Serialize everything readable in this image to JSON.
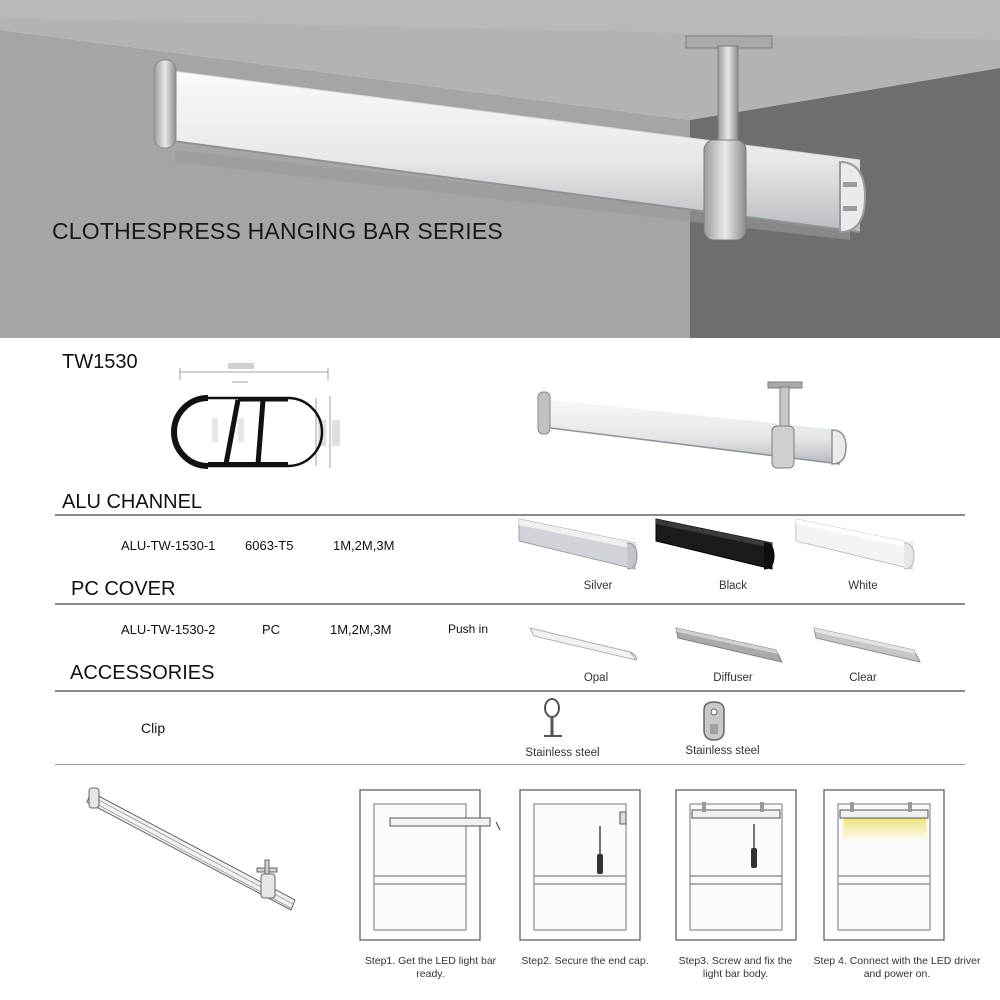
{
  "hero": {
    "title": "CLOTHESPRESS HANGING BAR SERIES"
  },
  "model": {
    "code": "TW1530"
  },
  "sections": {
    "alu_channel": {
      "title": "ALU CHANNEL",
      "part_no": "ALU-TW-1530-1",
      "material": "6063-T5",
      "lengths": "1M,2M,3M",
      "finishes": [
        "Silver",
        "Black",
        "White"
      ]
    },
    "pc_cover": {
      "title": "PC COVER",
      "part_no": "ALU-TW-1530-2",
      "material": "PC",
      "lengths": "1M,2M,3M",
      "install": "Push in",
      "types": [
        "Opal",
        "Diffuser",
        "Clear"
      ]
    },
    "accessories": {
      "title": "ACCESSORIES",
      "item": "Clip",
      "materials": [
        "Stainless steel",
        "Stainless steel"
      ]
    }
  },
  "steps": [
    "Step1. Get the LED light bar ready.",
    "Step2. Secure the end cap.",
    "Step3. Screw and fix the light bar body.",
    "Step 4. Connect with the LED driver and power on."
  ],
  "colors": {
    "hero_light": "#aeaeb0",
    "hero_dark": "#6d6d70",
    "rule": "#8a8a8a",
    "silver": "#c9ced3",
    "black": "#1b1b1b",
    "white": "#f3f3f3",
    "led_glow": "#f3e98a"
  },
  "icons": [
    "hanging-bar-render",
    "profile-cross-section",
    "end-clip-icon",
    "bracket-clip-icon",
    "wardrobe-step-illustration"
  ]
}
